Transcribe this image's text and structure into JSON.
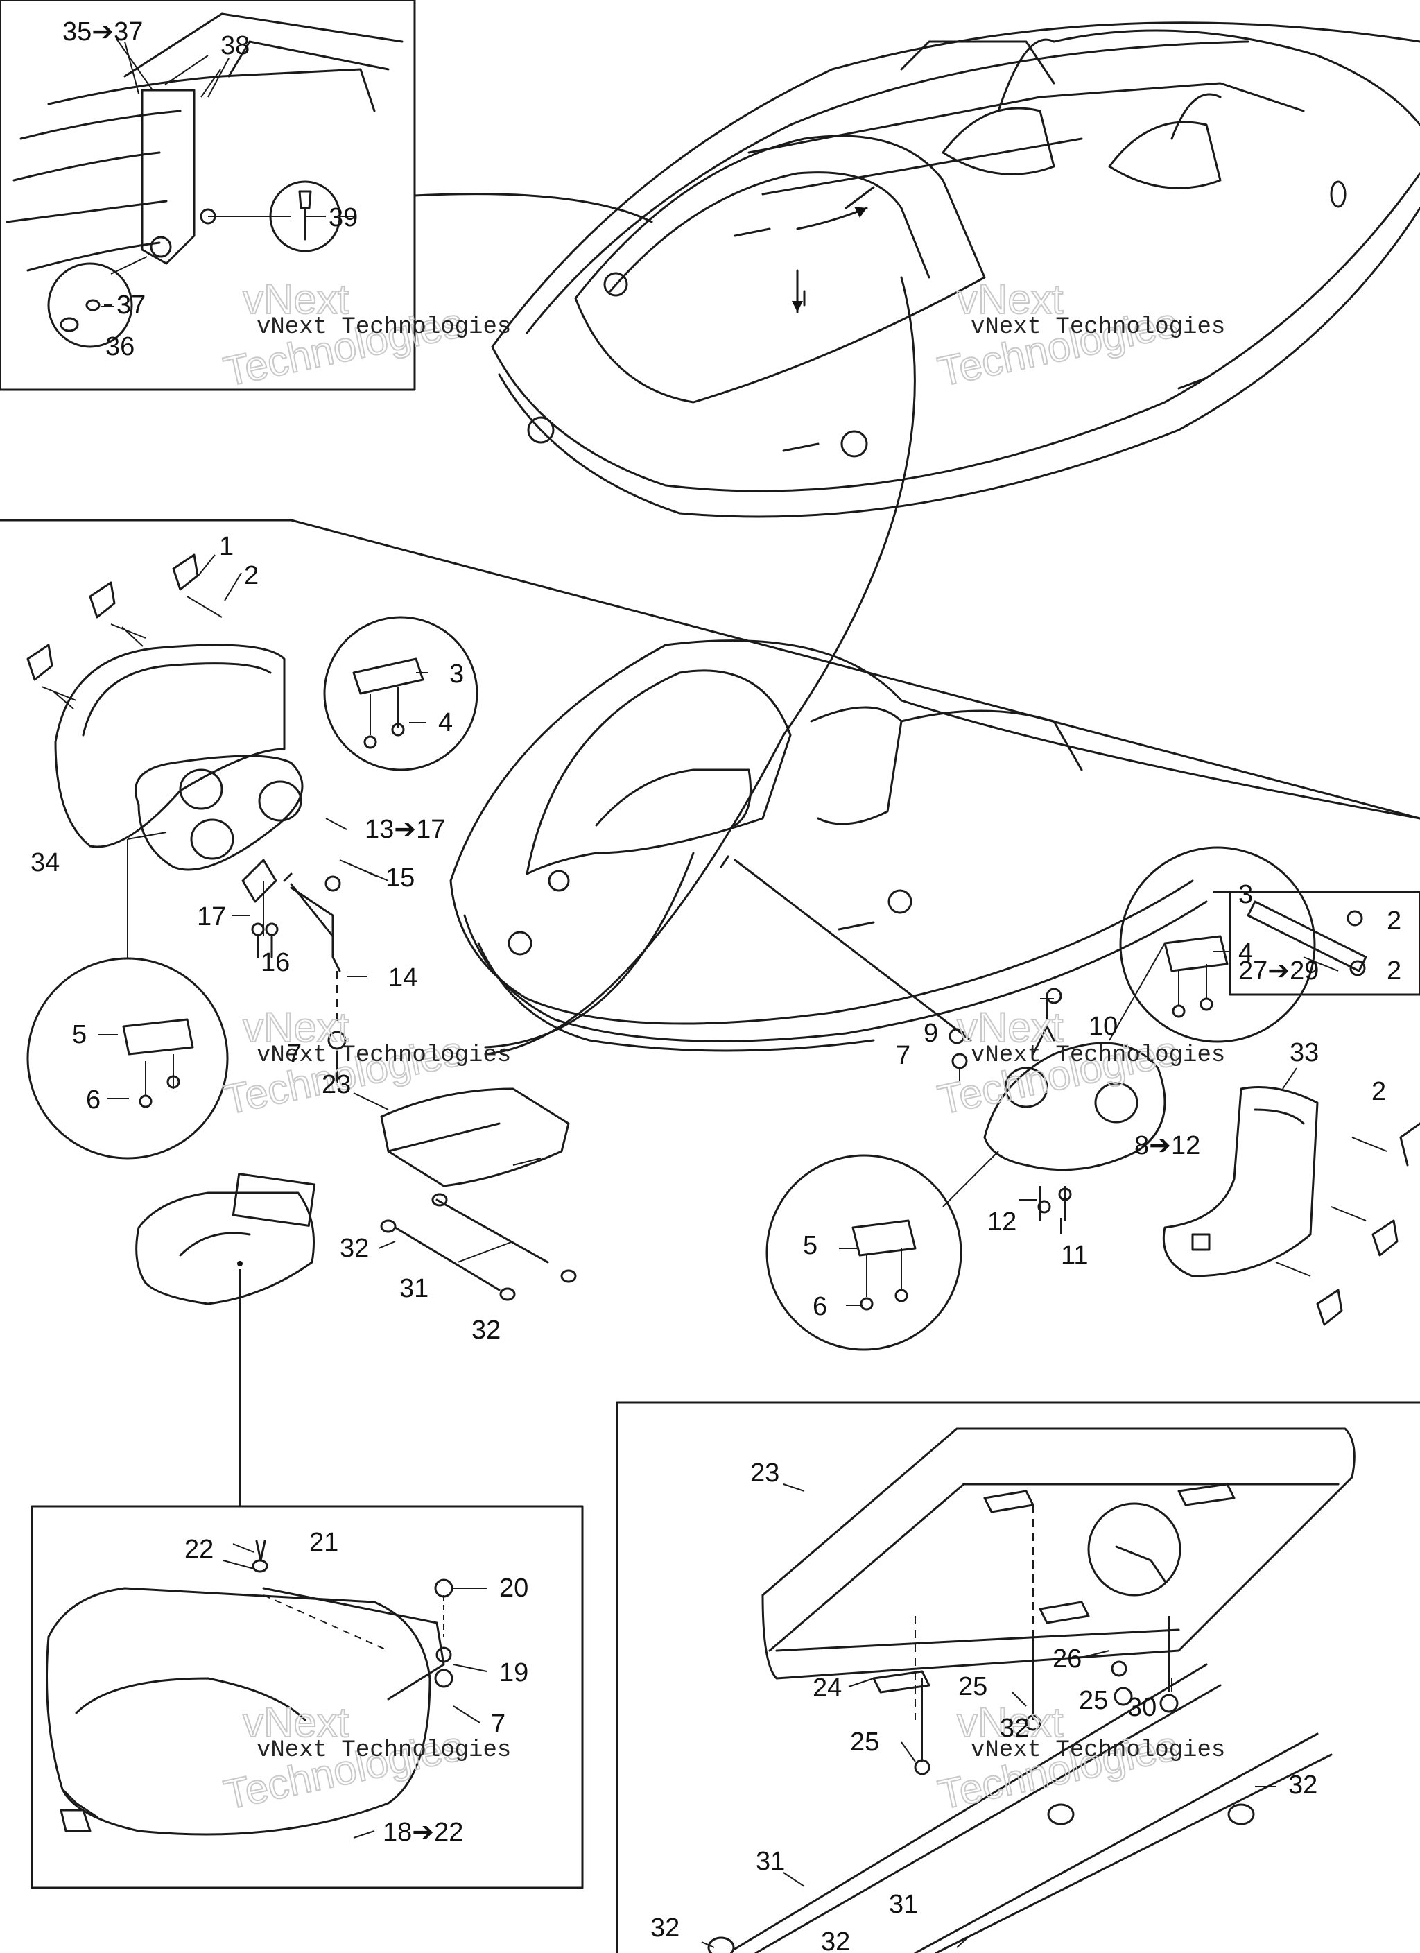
{
  "watermark": {
    "line1": "vNext",
    "line2": "Technologies",
    "caption": "vNext Technologies"
  },
  "callouts": [
    {
      "id": "c35",
      "text": "35➔37"
    },
    {
      "id": "c38",
      "text": "38"
    },
    {
      "id": "c39",
      "text": "39"
    },
    {
      "id": "c37a",
      "text": "37"
    },
    {
      "id": "c36",
      "text": "36"
    },
    {
      "id": "c1",
      "text": "1"
    },
    {
      "id": "c2a",
      "text": "2"
    },
    {
      "id": "c3a",
      "text": "3"
    },
    {
      "id": "c4a",
      "text": "4"
    },
    {
      "id": "c34",
      "text": "34"
    },
    {
      "id": "c13",
      "text": "13➔17"
    },
    {
      "id": "c15",
      "text": "15"
    },
    {
      "id": "c17",
      "text": "17"
    },
    {
      "id": "c16",
      "text": "16"
    },
    {
      "id": "c14",
      "text": "14"
    },
    {
      "id": "c7a",
      "text": "7"
    },
    {
      "id": "c5a",
      "text": "5"
    },
    {
      "id": "c6a",
      "text": "6"
    },
    {
      "id": "c23a",
      "text": "23"
    },
    {
      "id": "c32a",
      "text": "32"
    },
    {
      "id": "c31a",
      "text": "31"
    },
    {
      "id": "c32b",
      "text": "32"
    },
    {
      "id": "c9",
      "text": "9"
    },
    {
      "id": "c10",
      "text": "10"
    },
    {
      "id": "c7b",
      "text": "7"
    },
    {
      "id": "c3b",
      "text": "3"
    },
    {
      "id": "c4b",
      "text": "4"
    },
    {
      "id": "c33",
      "text": "33"
    },
    {
      "id": "c2b",
      "text": "2"
    },
    {
      "id": "c8",
      "text": "8➔12"
    },
    {
      "id": "c12",
      "text": "12"
    },
    {
      "id": "c11",
      "text": "11"
    },
    {
      "id": "c5b",
      "text": "5"
    },
    {
      "id": "c6b",
      "text": "6"
    },
    {
      "id": "c21",
      "text": "21"
    },
    {
      "id": "c22",
      "text": "22"
    },
    {
      "id": "c20",
      "text": "20"
    },
    {
      "id": "c19",
      "text": "19"
    },
    {
      "id": "c7c",
      "text": "7"
    },
    {
      "id": "c18",
      "text": "18➔22"
    },
    {
      "id": "c23b",
      "text": "23"
    },
    {
      "id": "c24",
      "text": "24"
    },
    {
      "id": "c25a",
      "text": "25"
    },
    {
      "id": "c26",
      "text": "26"
    },
    {
      "id": "c25b",
      "text": "25"
    },
    {
      "id": "c30",
      "text": "30"
    },
    {
      "id": "c25c",
      "text": "25"
    },
    {
      "id": "c32c",
      "text": "32"
    },
    {
      "id": "c32d",
      "text": "32"
    },
    {
      "id": "c31b",
      "text": "31"
    },
    {
      "id": "c31c",
      "text": "31"
    },
    {
      "id": "c32e",
      "text": "32"
    },
    {
      "id": "c32f",
      "text": "32"
    },
    {
      "id": "c2728",
      "text": "27➔29"
    },
    {
      "id": "c2edgeA",
      "text": "2"
    },
    {
      "id": "c2edgeB",
      "text": "2"
    }
  ]
}
